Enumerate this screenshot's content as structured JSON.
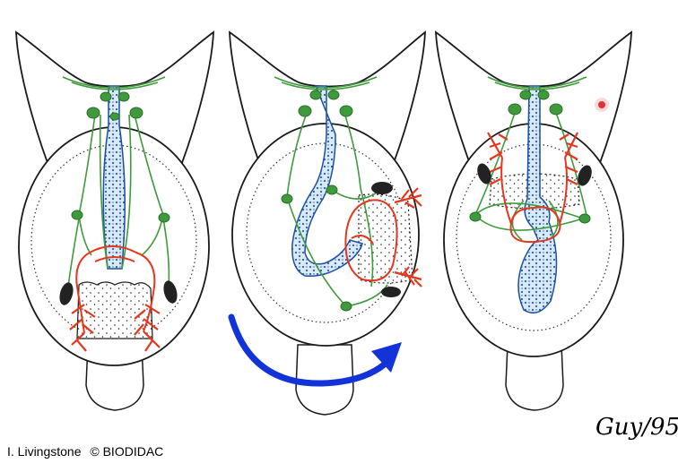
{
  "credit": {
    "author": "I. Livingstone",
    "copyright": "© BIODIDAC"
  },
  "signature": "Guy/95",
  "colors": {
    "outline": "#1a1a1a",
    "nervous_system": "#3f9a3c",
    "gut": "#1e5fb0",
    "gut_fill": "#dbe9f6",
    "gills": "#e5361e",
    "arrow": "#1233d8",
    "marker": "#e53030"
  },
  "icons": {
    "rotation_arrow": "curved-arrow-icon",
    "marker": "red-dot-icon"
  }
}
